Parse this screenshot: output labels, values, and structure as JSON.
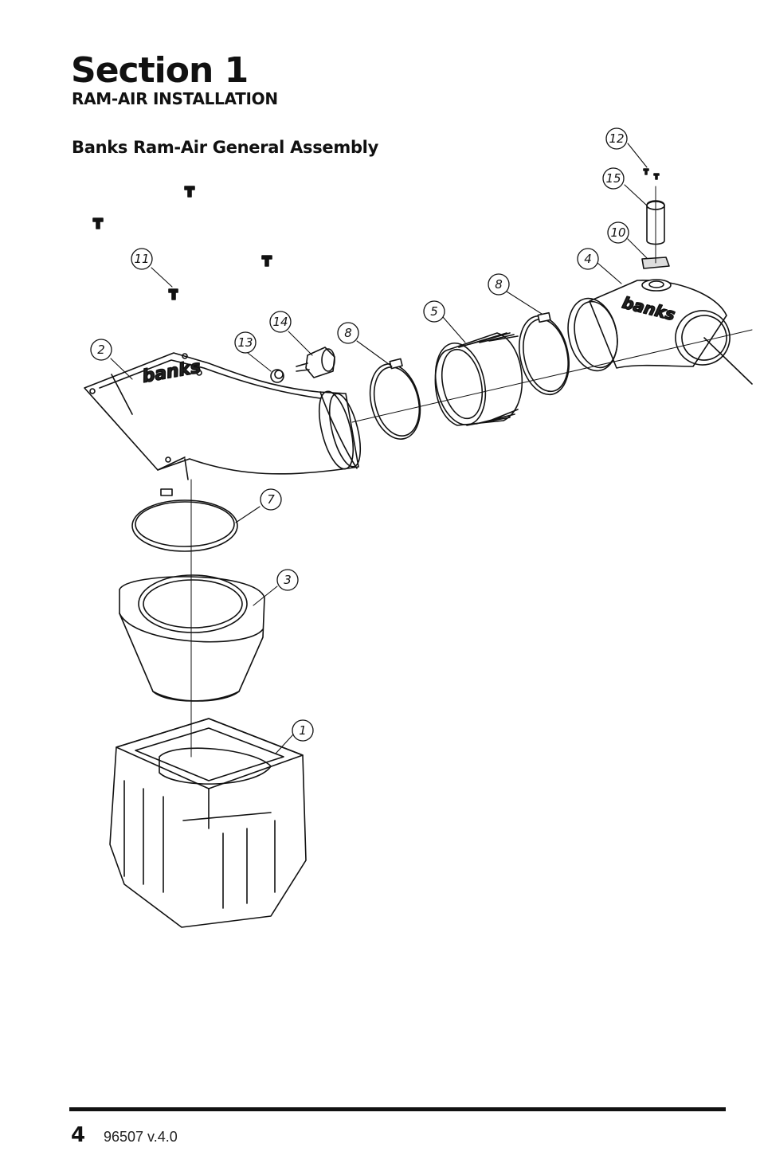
{
  "header": {
    "section_title": "Section 1",
    "section_subtitle": "RAM-AIR INSTALLATION"
  },
  "diagram": {
    "title": "Banks Ram-Air General Assembly",
    "callouts": [
      "1",
      "2",
      "3",
      "4",
      "5",
      "7",
      "8",
      "8",
      "10",
      "11",
      "12",
      "13",
      "14",
      "15"
    ],
    "logo_text": "banks"
  },
  "footer": {
    "page_number": "4",
    "doc_version": "96507 v.4.0"
  }
}
